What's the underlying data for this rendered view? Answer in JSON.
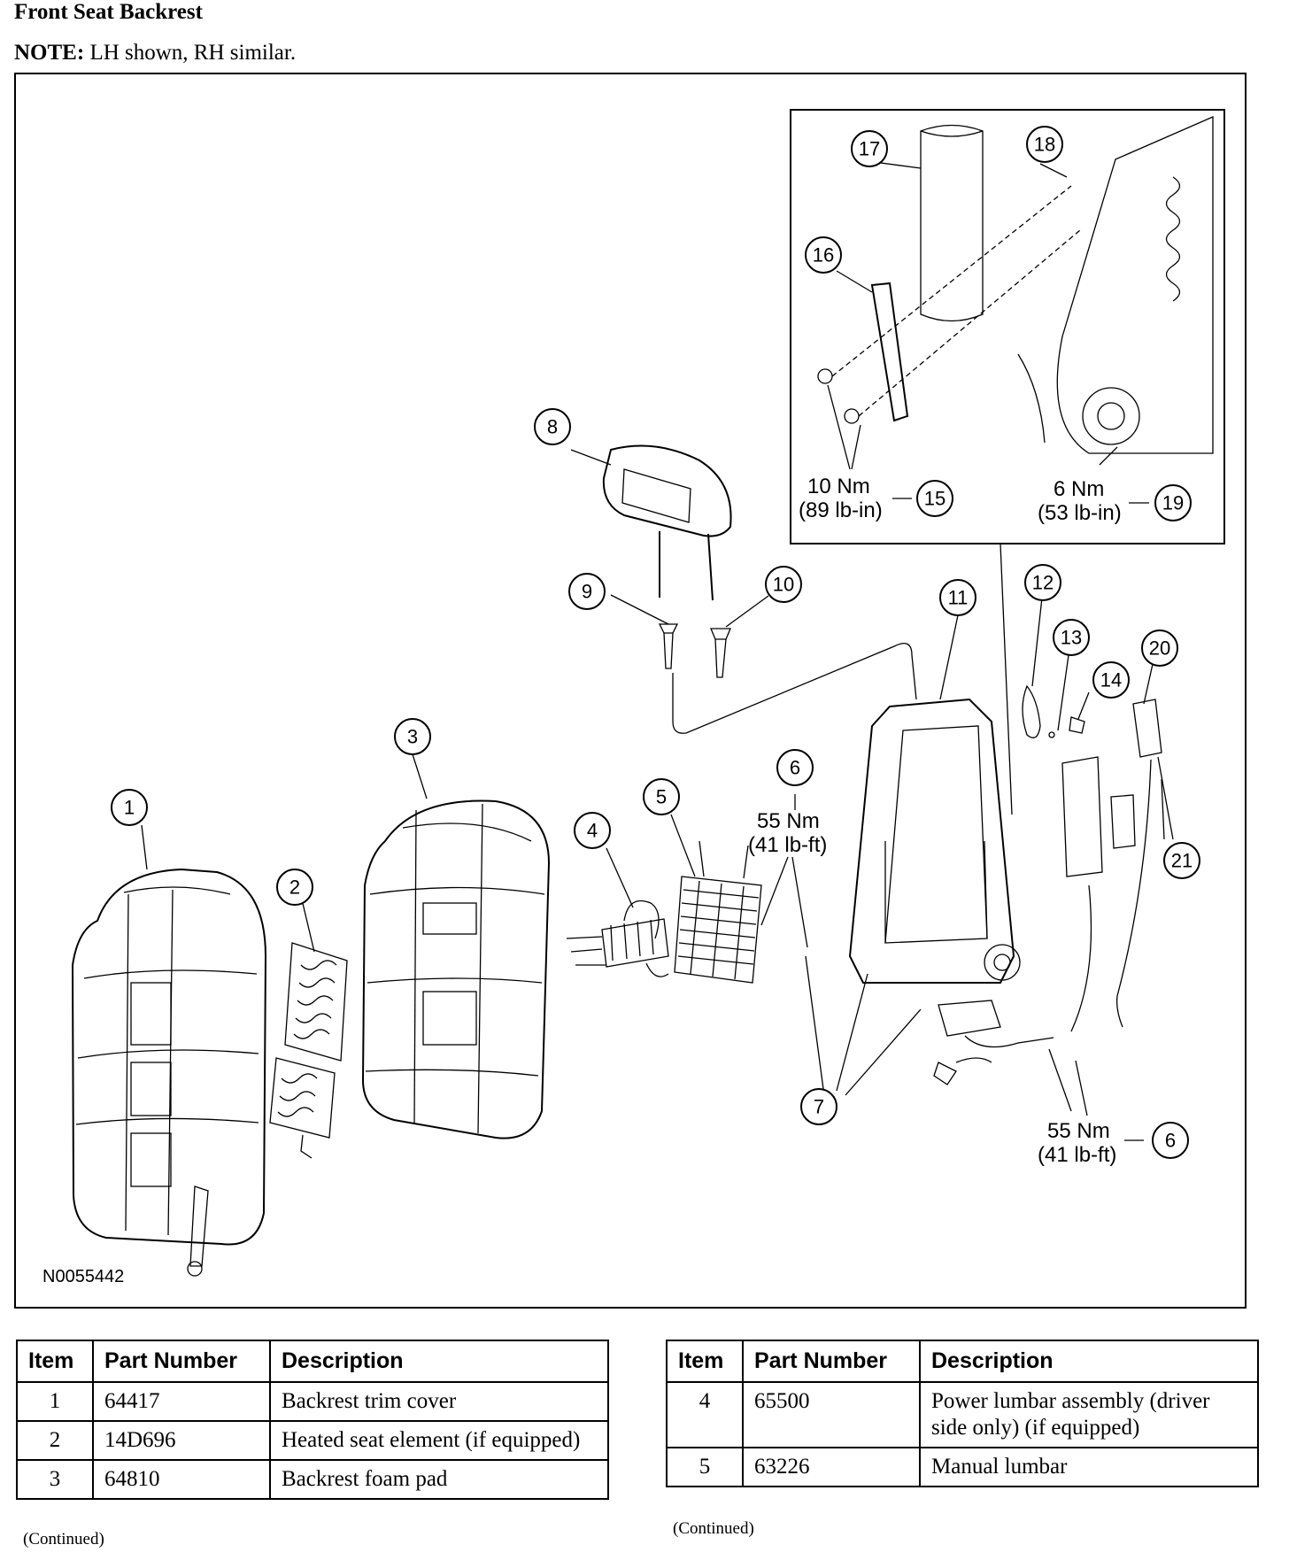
{
  "header": {
    "title": "Front Seat Backrest",
    "note_label": "NOTE:",
    "note_text": "LH shown, RH similar."
  },
  "diagram": {
    "figure_id": "N0055442",
    "callouts": [
      "1",
      "2",
      "3",
      "4",
      "5",
      "6",
      "7",
      "8",
      "9",
      "10",
      "11",
      "12",
      "13",
      "14",
      "15",
      "16",
      "17",
      "18",
      "19",
      "20",
      "21"
    ],
    "torque": {
      "t55_main_nm": "55 Nm",
      "t55_main_lbft": "(41 lb-ft)",
      "t55_low_nm": "55 Nm",
      "t55_low_lbft": "(41 lb-ft)",
      "t10_nm": "10 Nm",
      "t10_lbin": "(89 lb-in)",
      "t6_nm": "6 Nm",
      "t6_lbin": "(53 lb-in)"
    }
  },
  "table_left": {
    "headers": [
      "Item",
      "Part Number",
      "Description"
    ],
    "rows": [
      {
        "item": "1",
        "part": "64417",
        "desc": "Backrest trim cover"
      },
      {
        "item": "2",
        "part": "14D696",
        "desc": "Heated seat element (if equipped)"
      },
      {
        "item": "3",
        "part": "64810",
        "desc": "Backrest foam pad"
      }
    ],
    "continued": "(Continued)"
  },
  "table_right": {
    "headers": [
      "Item",
      "Part Number",
      "Description"
    ],
    "rows": [
      {
        "item": "4",
        "part": "65500",
        "desc": "Power lumbar assembly (driver side only) (if equipped)"
      },
      {
        "item": "5",
        "part": "63226",
        "desc": "Manual lumbar"
      }
    ],
    "continued": "(Continued)"
  }
}
